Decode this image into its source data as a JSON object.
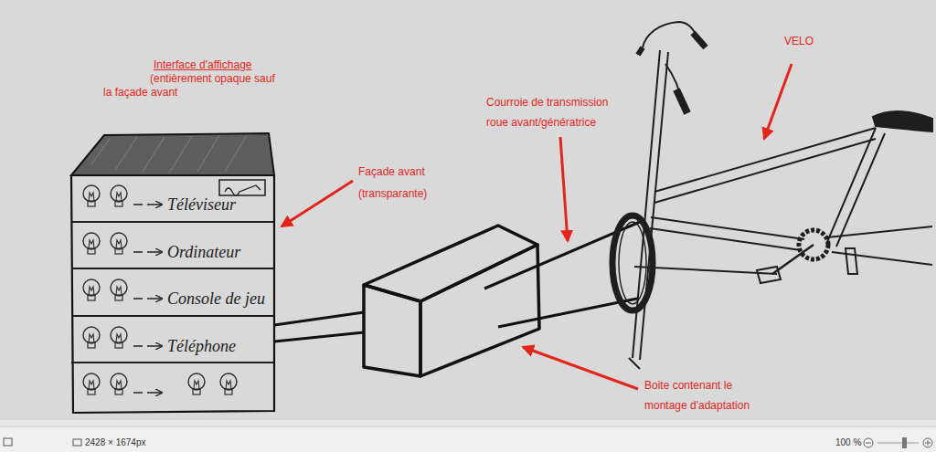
{
  "diagram": {
    "nodes": [
      {
        "text": [
          "Téléviseur"
        ]
      },
      {
        "text": [
          "Ordinateur"
        ]
      },
      {
        "text": [
          "Console de jeu"
        ]
      },
      {
        "text": [
          "Téléphone"
        ]
      }
    ],
    "labels": [
      "Interface d'affichage",
      "(entièrement opaque sauf la façade avant",
      "Courroie de transmission roue avant/génératrice",
      "VELO",
      "Façade avant (transparante)",
      "Boite contenant le montage d'adaptation",
      "2428 × 1674px",
      "100 %"
    ]
  }
}
